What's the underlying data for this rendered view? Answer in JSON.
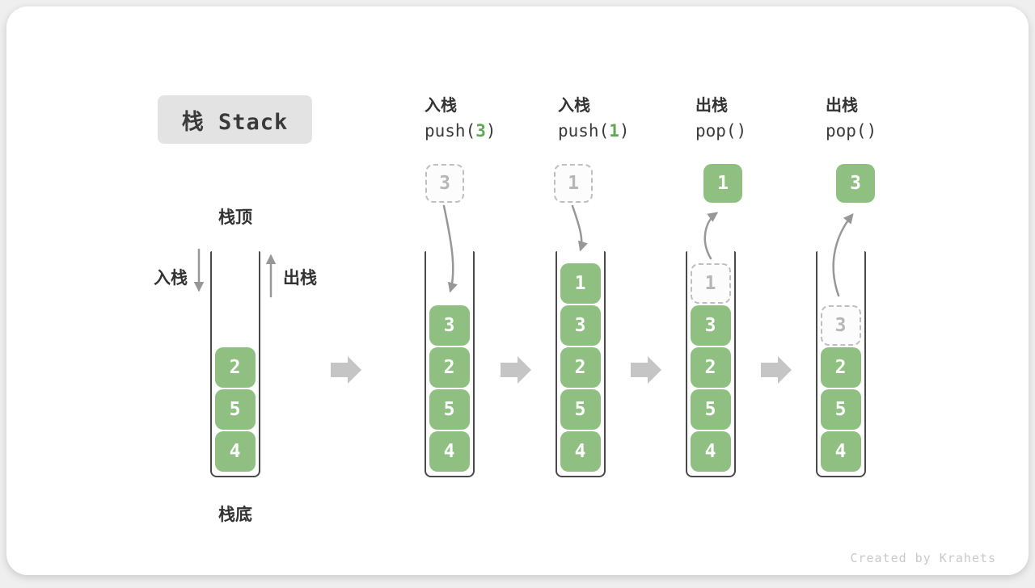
{
  "title": "栈 Stack",
  "stack_labels": {
    "top": "栈顶",
    "bottom": "栈底",
    "push_side": "入栈",
    "pop_side": "出栈"
  },
  "operations": [
    {
      "action": "入栈",
      "code_prefix": "push(",
      "code_arg": "3",
      "code_suffix": ")"
    },
    {
      "action": "入栈",
      "code_prefix": "push(",
      "code_arg": "1",
      "code_suffix": ")"
    },
    {
      "action": "出栈",
      "code_prefix": "pop(",
      "code_arg": "",
      "code_suffix": ")"
    },
    {
      "action": "出栈",
      "code_prefix": "pop(",
      "code_arg": "",
      "code_suffix": ")"
    }
  ],
  "floating_cells": [
    {
      "value": "3",
      "style": "ghost"
    },
    {
      "value": "1",
      "style": "ghost"
    },
    {
      "value": "1",
      "style": "solid"
    },
    {
      "value": "3",
      "style": "solid"
    }
  ],
  "stacks": [
    {
      "cells": [
        {
          "value": "2"
        },
        {
          "value": "5"
        },
        {
          "value": "4"
        }
      ]
    },
    {
      "cells": [
        {
          "value": "3"
        },
        {
          "value": "2"
        },
        {
          "value": "5"
        },
        {
          "value": "4"
        }
      ]
    },
    {
      "cells": [
        {
          "value": "1"
        },
        {
          "value": "3"
        },
        {
          "value": "2"
        },
        {
          "value": "5"
        },
        {
          "value": "4"
        }
      ]
    },
    {
      "cells": [
        {
          "value": "1",
          "ghost": true
        },
        {
          "value": "3"
        },
        {
          "value": "2"
        },
        {
          "value": "5"
        },
        {
          "value": "4"
        }
      ]
    },
    {
      "cells": [
        {
          "value": "3",
          "ghost": true
        },
        {
          "value": "2"
        },
        {
          "value": "5"
        },
        {
          "value": "4"
        }
      ]
    }
  ],
  "watermark": "Created by Krahets",
  "colors": {
    "cell_green": "#8FC082",
    "code_arg_green": "#5FA854",
    "outline_dark": "#4A4A4A",
    "step_arrow_gray": "#C5C5C5",
    "curve_arrow_gray": "#979797",
    "title_bg": "#E3E3E3",
    "text_dark": "#333333",
    "ghost_gray": "#BFBFBF",
    "watermark_gray": "#C9C9C9"
  }
}
